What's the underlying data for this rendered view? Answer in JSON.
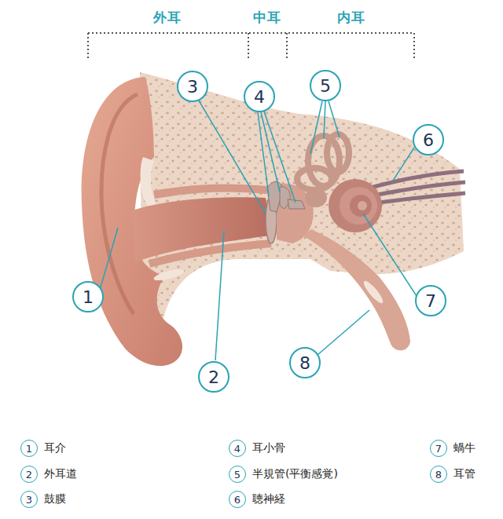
{
  "diagram": {
    "labels": [
      "外耳",
      "中耳",
      "内耳",
      "3",
      "4",
      "5",
      "6",
      "1",
      "7",
      "8",
      "2",
      "1",
      "耳介",
      "4",
      "耳小骨",
      "7",
      "蝸牛",
      "2",
      "外耳道",
      "5",
      "半規管(平衡感覚)",
      "8",
      "耳管",
      "3",
      "鼓膜",
      "6",
      "聴神経"
    ]
  }
}
